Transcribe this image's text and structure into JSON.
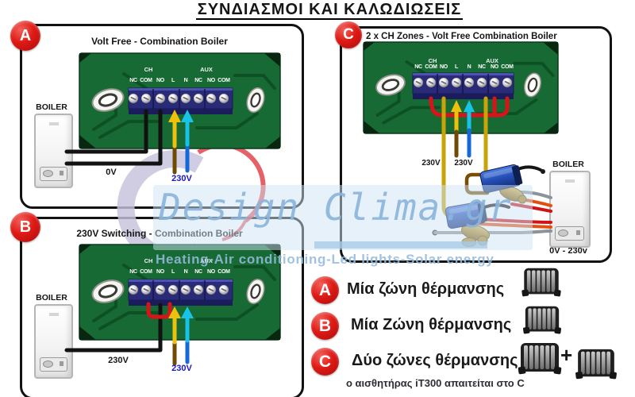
{
  "title": "ΣΥΝΔΙΑΣΜΟΙ  ΚΑΙ  ΚΑΛΩΔΙΩΣΕΙΣ",
  "board": {
    "groups": {
      "ch": "CH",
      "aux": "AUX"
    },
    "terminals": [
      "NC",
      "COM",
      "NO",
      "L",
      "N",
      "NC",
      "NO",
      "COM"
    ]
  },
  "panels": {
    "a": {
      "badge": "A",
      "header": "Volt Free - Combination Boiler",
      "boiler": "BOILER",
      "zero_label": "0V",
      "feed_label": "230V"
    },
    "b": {
      "badge": "B",
      "header": "230V Switching - Combination Boiler",
      "boiler": "BOILER",
      "switch_label": "230V",
      "feed_label": "230V"
    },
    "c": {
      "badge": "C",
      "header": "2 x CH Zones - Volt Free Combination Boiler",
      "boiler": "BOILER",
      "boiler_sub": "0V - 230v",
      "zone_label": "230V",
      "feed_label": "230V"
    }
  },
  "legend": {
    "items": [
      {
        "badge": "A",
        "label": "Μία ζώνη θέρμανσης"
      },
      {
        "badge": "B",
        "label": "Μία Ζώνη θέρμανσης"
      },
      {
        "badge": "C",
        "label": "Δύο ζώνες θέρμανσης"
      }
    ],
    "plus": "+",
    "note": "ο αισθητήρας iT300 απαιτείται στο C"
  },
  "watermark": {
    "brand": "Design Clima.gr",
    "tagline": "Heating-Air conditioning-Led lights-Solar energy"
  },
  "colors": {
    "badge_red": "#d81318",
    "pcb_green": "#186a34",
    "terminal_block": "#2a2b78",
    "wire_yellow": "#eec20c",
    "wire_brown": "#6e4a05",
    "wire_cyan": "#19c3e8",
    "wire_blue": "#1668d8",
    "wire_red": "#d8141b",
    "wire_black": "#121212",
    "wire_orange": "#e2500f",
    "wire_gray": "#8d939b",
    "label_blue": "#1a17c8",
    "watermark_blue": "#9fc2e2"
  }
}
